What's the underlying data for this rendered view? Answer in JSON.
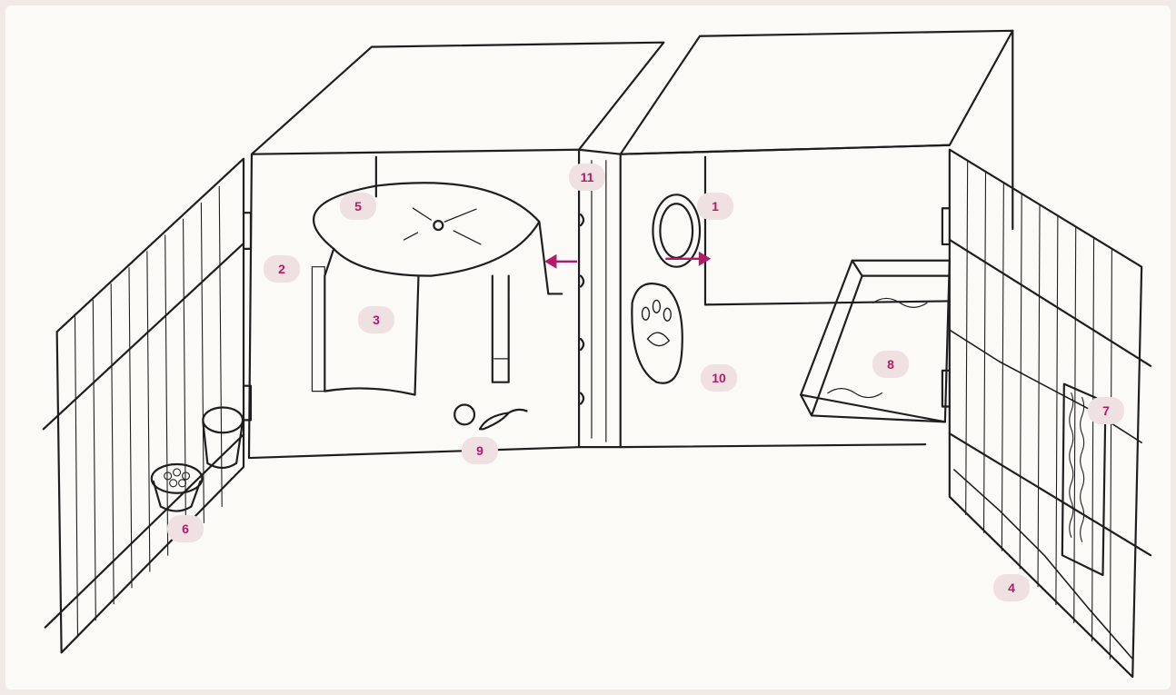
{
  "figure": {
    "kind": "pencil sketch of an enclosure with open panels",
    "accent_color": "#b21a6a",
    "badge_color": "#efe1e2",
    "line_color": "#1e1e1e"
  },
  "labels": [
    "1",
    "2",
    "3",
    "4",
    "5",
    "6",
    "7",
    "8",
    "9",
    "10",
    "11"
  ]
}
